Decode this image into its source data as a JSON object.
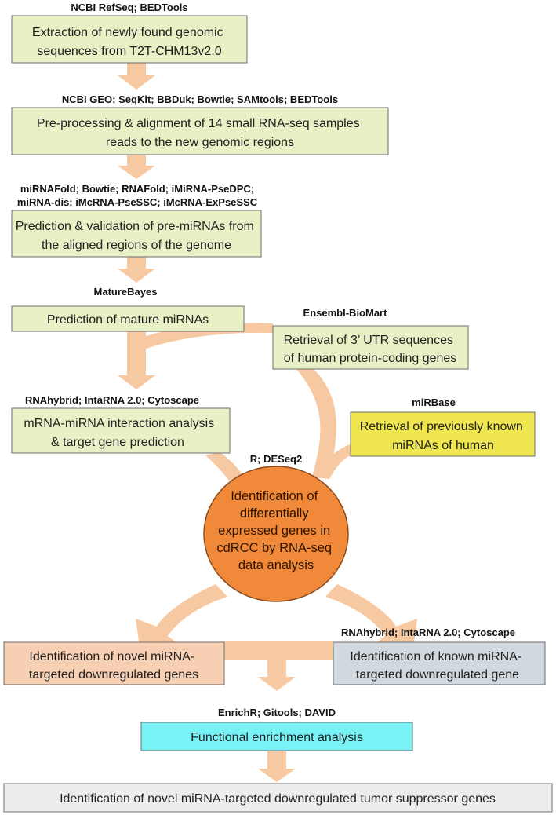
{
  "colors": {
    "arrow": "#f7c9a2",
    "green_box": "#e8f0c6",
    "yellow_box": "#f0e64f",
    "peach_box": "#f7cfb2",
    "gray_box": "#d2d9de",
    "cyan_box": "#79f2f6",
    "light_box": "#ededed",
    "ellipse_fill": "#f1893a",
    "ellipse_stroke": "#8a4a1a",
    "box_stroke": "#6d6d6d"
  },
  "steps": {
    "extraction": {
      "tools": "NCBI RefSeq; BEDTools",
      "lines": [
        "Extraction of newly found genomic",
        "sequences from T2T-CHM13v2.0"
      ]
    },
    "preprocessing": {
      "tools": "NCBI GEO; SeqKit; BBDuk; Bowtie; SAMtools; BEDTools",
      "lines": [
        "Pre-processing & alignment of 14 small RNA-seq samples",
        "reads to the new genomic regions"
      ]
    },
    "premirna": {
      "tools_line1": "miRNAFold; Bowtie; RNAFold; iMiRNA-PseDPC;",
      "tools_line2": "miRNA-dis; iMcRNA-PseSSC; iMcRNA-ExPseSSC",
      "lines": [
        "Prediction & validation of pre-miRNAs from",
        "the aligned regions of the genome"
      ]
    },
    "mature": {
      "tools": "MatureBayes",
      "lines": [
        "Prediction of mature miRNAs"
      ]
    },
    "utr": {
      "tools": "Ensembl-BioMart",
      "lines": [
        "Retrieval of 3’ UTR sequences",
        "of human protein-coding genes"
      ]
    },
    "interaction": {
      "tools": "RNAhybrid; IntaRNA 2.0; Cytoscape",
      "lines": [
        "mRNA-miRNA interaction analysis",
        "&  target gene prediction"
      ]
    },
    "known_mirna": {
      "tools": "miRBase",
      "lines": [
        "Retrieval of previously known",
        "miRNAs of human"
      ]
    },
    "deg": {
      "tools": "R; DESeq2",
      "lines": [
        "Identification of",
        "differentially",
        "expressed genes in",
        "cdRCC by RNA-seq",
        "data analysis"
      ]
    },
    "novel_targets": {
      "lines": [
        "Identification of novel miRNA-",
        "targeted downregulated genes"
      ]
    },
    "known_targets": {
      "tools": "RNAhybrid; IntaRNA 2.0; Cytoscape",
      "lines": [
        "Identification of known miRNA-",
        "targeted downregulated gene"
      ]
    },
    "enrichment": {
      "tools": "EnrichR; Gitools; DAVID",
      "lines": [
        "Functional enrichment analysis"
      ]
    },
    "final": {
      "lines": [
        "Identification of novel miRNA-targeted downregulated tumor suppressor genes"
      ]
    }
  }
}
